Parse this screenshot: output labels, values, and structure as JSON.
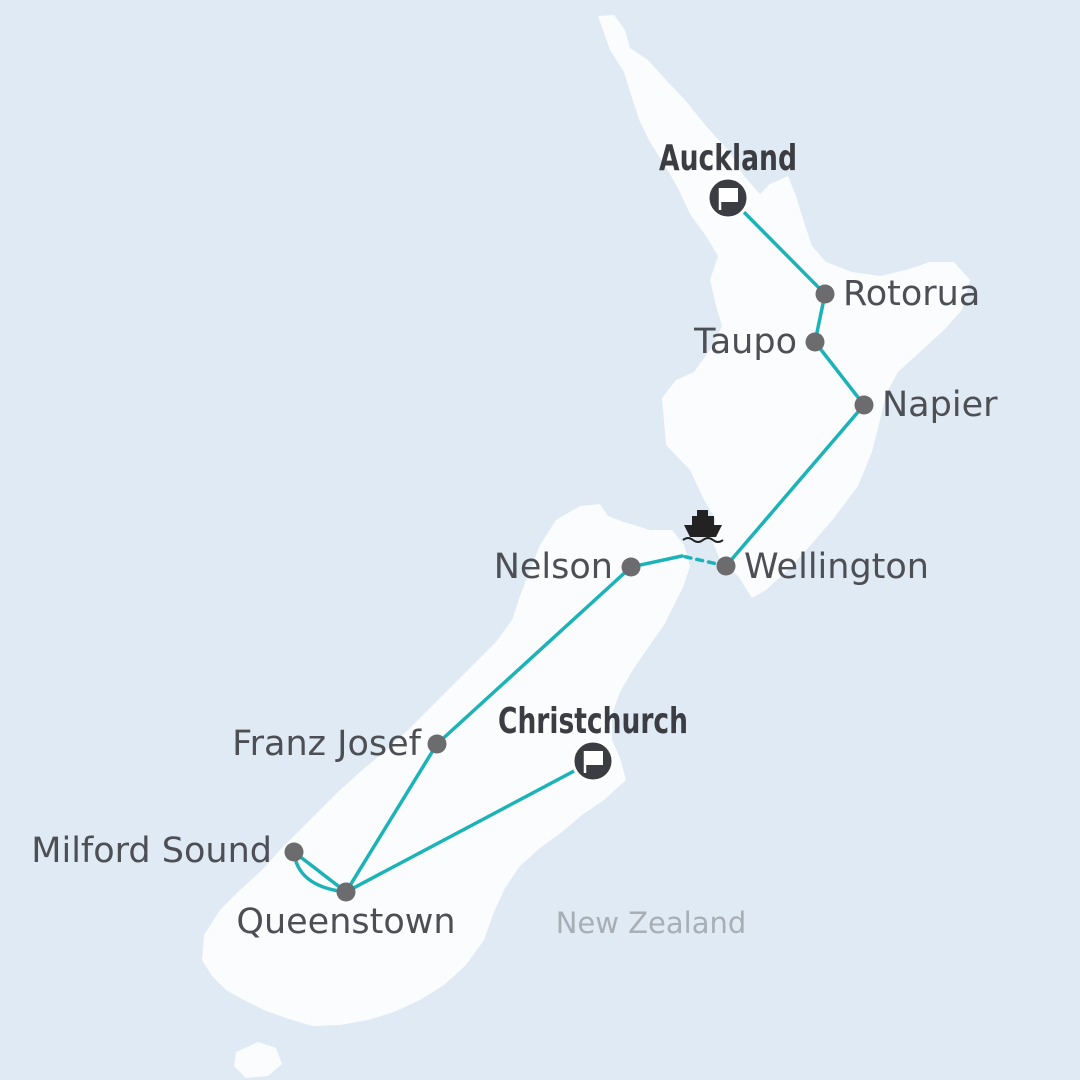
{
  "map": {
    "country_label": "New Zealand",
    "colors": {
      "sea": "#dfeaf4",
      "land": "#fbfcfd",
      "route": "#1bb3b8",
      "stop": "#6c6c6f",
      "terminal": "#3c3d42"
    },
    "terminals": [
      {
        "name": "Auckland",
        "icon": "flag-icon"
      },
      {
        "name": "Christchurch",
        "icon": "flag-icon"
      }
    ],
    "stops": [
      "Rotorua",
      "Taupo",
      "Napier",
      "Wellington",
      "Nelson",
      "Franz Josef",
      "Queenstown",
      "Milford Sound"
    ],
    "ferry_icon": "ferry-icon"
  }
}
